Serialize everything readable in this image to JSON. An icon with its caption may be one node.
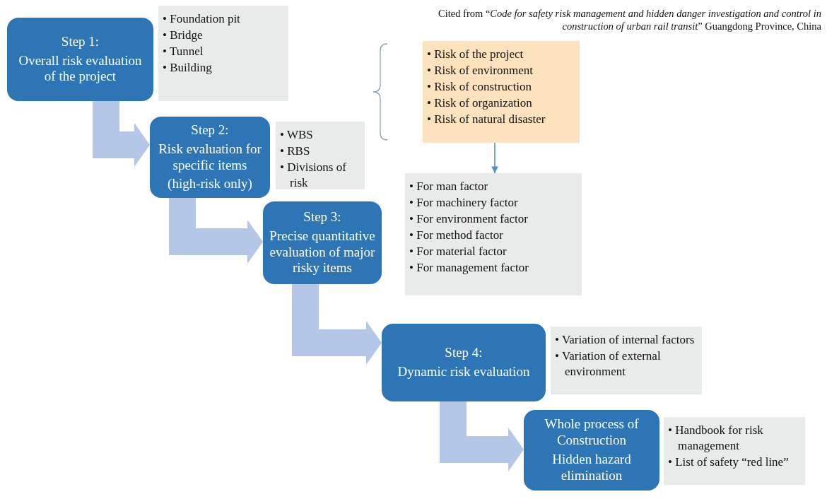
{
  "diagram": {
    "nodes": [
      {
        "text": [
          "Step 1:",
          "Overall risk evaluation of the project"
        ]
      },
      {
        "text": [
          "• Foundation pit",
          "• Bridge",
          "• Tunnel",
          "• Building"
        ]
      },
      {
        "text": [
          "Step 2:",
          "Risk evaluation for specific items",
          "(high-risk only)"
        ]
      },
      {
        "text": [
          "• WBS",
          "• RBS",
          "• Divisions of risk"
        ]
      },
      {
        "text": [
          "• Risk of the project",
          "• Risk of environment",
          "• Risk of construction",
          "• Risk of organization",
          "• Risk of natural disaster"
        ]
      },
      {
        "text": [
          "Step 3:",
          "Precise quantitative evaluation of major risky items"
        ]
      },
      {
        "text": [
          "• For man factor",
          "• For machinery factor",
          "• For environment factor",
          "• For method factor",
          "• For material factor",
          "• For management factor"
        ]
      },
      {
        "text": [
          "Step 4:",
          "Dynamic risk evaluation"
        ]
      },
      {
        "text": [
          "• Variation of internal factors",
          "• Variation of external environment"
        ]
      },
      {
        "text": [
          "Whole process of Construction",
          "Hidden hazard elimination"
        ]
      },
      {
        "text": [
          "• Handbook for risk management",
          "• List of safety “red line”"
        ]
      }
    ],
    "edges": [
      {
        "from": 0,
        "to": 2,
        "arrow": "to",
        "style": "thick"
      },
      {
        "from": 2,
        "to": 5,
        "arrow": "to",
        "style": "thick"
      },
      {
        "from": 5,
        "to": 7,
        "arrow": "to",
        "style": "thick"
      },
      {
        "from": 7,
        "to": 9,
        "arrow": "to",
        "style": "thick"
      },
      {
        "from": 4,
        "to": 6,
        "arrow": "to",
        "color": "#4f8fd0"
      }
    ],
    "labels": [
      "Cited from “*Code for safety risk management and hidden danger investigation and control in construction of urban rail transit*” Guangdong Province, China"
    ]
  }
}
